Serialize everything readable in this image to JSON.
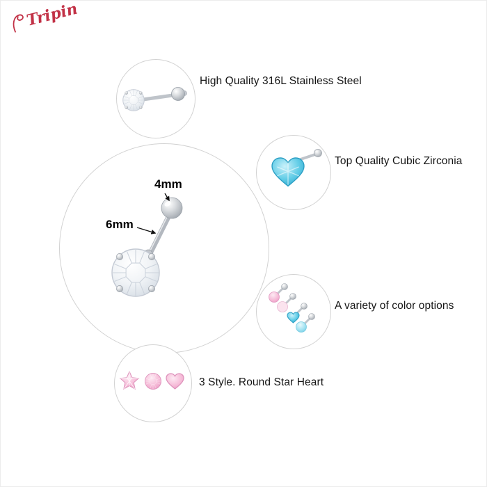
{
  "brand": {
    "name": "Tripin",
    "color": "#c23146"
  },
  "product_diagram": {
    "ball_size": "4mm",
    "gem_size": "6mm"
  },
  "callouts": [
    {
      "label": "High Quality 316L Stainless Steel",
      "image": "steel-stud-earring-photo"
    },
    {
      "label": "Top Quality Cubic Zirconia",
      "image": "blue-heart-zirconia-stud-photo"
    },
    {
      "label": "A variety of color options",
      "image": "assorted-color-studs-photo"
    },
    {
      "label": "3 Style. Round Star Heart",
      "image": "pink-star-round-heart-gems-photo"
    }
  ],
  "palette": {
    "zirconia_blue": "#3fb9dd",
    "gem_pink": "#f2aed0",
    "steel_silver": "#c6cad0"
  }
}
